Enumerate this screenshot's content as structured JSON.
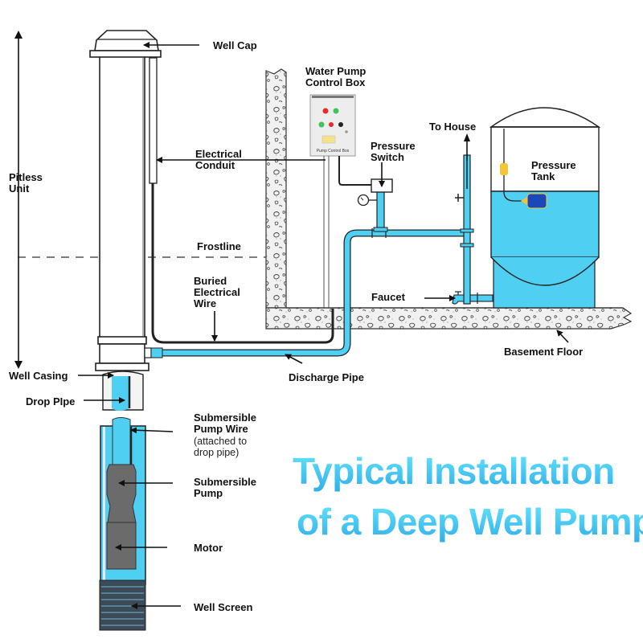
{
  "title": {
    "line1": "Typical Installation",
    "line2": "of a Deep Well Pump"
  },
  "labels": {
    "well_cap": "Well Cap",
    "control_box_1": "Water Pump",
    "control_box_2": "Control Box",
    "control_box_plate": "Pump Control Box",
    "to_house": "To House",
    "pressure_switch_1": "Pressure",
    "pressure_switch_2": "Switch",
    "pressure_tank_1": "Pressure",
    "pressure_tank_2": "Tank",
    "pitless_unit_1": "Pitless",
    "pitless_unit_2": "Unit",
    "electrical_conduit_1": "Electrical",
    "electrical_conduit_2": "Conduit",
    "frostline": "Frostline",
    "buried_wire_1": "Buried",
    "buried_wire_2": "Electrical",
    "buried_wire_3": "Wire",
    "faucet": "Faucet",
    "basement_floor": "Basement Floor",
    "well_casing": "Well Casing",
    "discharge_pipe": "Discharge Pipe",
    "drop_pipe": "Drop PIpe",
    "pump_wire_1": "Submersible",
    "pump_wire_2": "Pump Wire",
    "pump_wire_3": "(attached to",
    "pump_wire_4": "drop pipe)",
    "submersible_pump_1": "Submersible",
    "submersible_pump_2": "Pump",
    "motor": "Motor",
    "well_screen": "Well Screen"
  },
  "colors": {
    "water": "#4fcff2",
    "title_top": "#5fe0ff",
    "title_bottom": "#35b4ee",
    "motor": "#6b6b6b",
    "float": "#1b48b8",
    "weight": "#f3c33c",
    "button_red": "#e52b2b",
    "button_green": "#3dc45a"
  }
}
